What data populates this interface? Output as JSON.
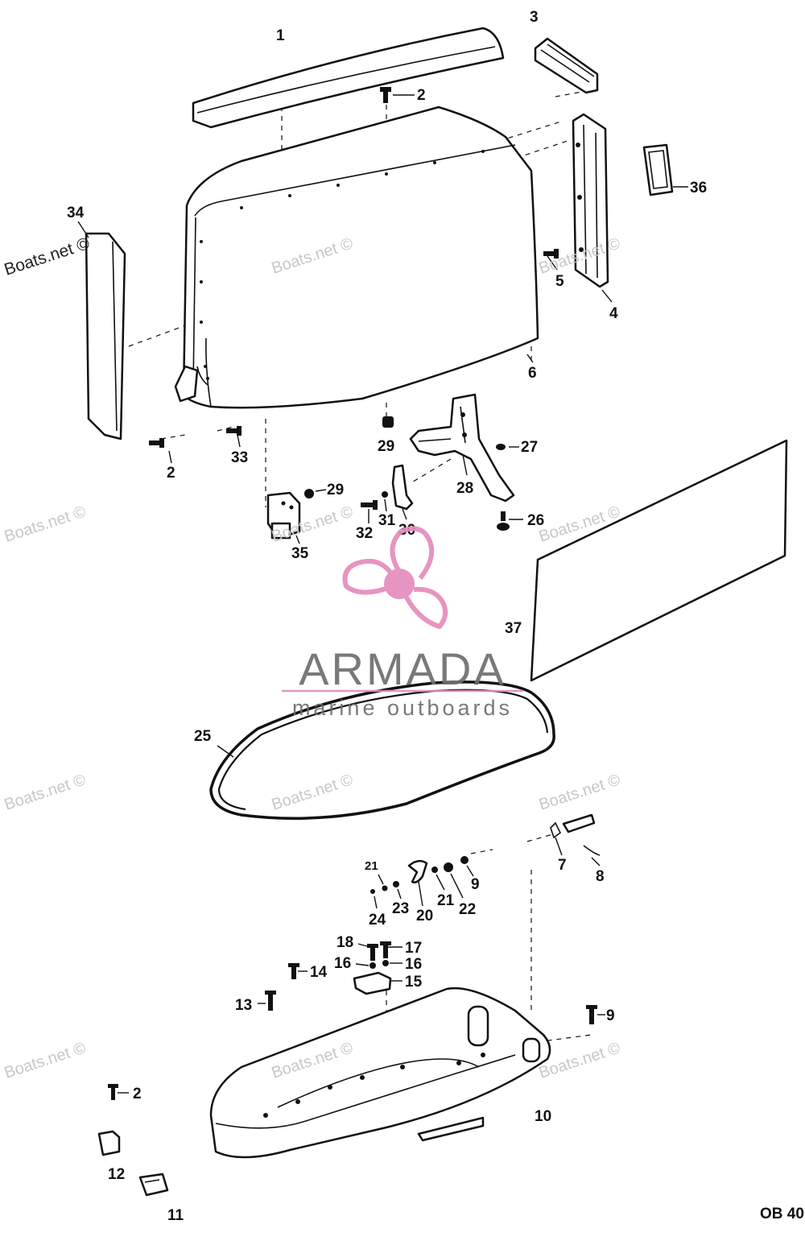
{
  "diagram": {
    "drawing_code": "OB 40",
    "callouts": [
      "1",
      "2",
      "3",
      "4",
      "5",
      "6",
      "7",
      "8",
      "9",
      "10",
      "11",
      "12",
      "13",
      "14",
      "15",
      "16",
      "17",
      "18",
      "20",
      "21",
      "22",
      "23",
      "24",
      "25",
      "26",
      "27",
      "28",
      "29",
      "30",
      "31",
      "32",
      "33",
      "34",
      "35",
      "36",
      "37"
    ],
    "watermark": "Boats.net ©"
  },
  "logo": {
    "name": "ARMADA",
    "tagline": "marine outboards",
    "colors": {
      "pink": "#e48bbd",
      "gray": "#6e6e6e"
    }
  },
  "colors": {
    "line": "#111111",
    "watermark": "#c7c7c7",
    "background": "#ffffff"
  }
}
